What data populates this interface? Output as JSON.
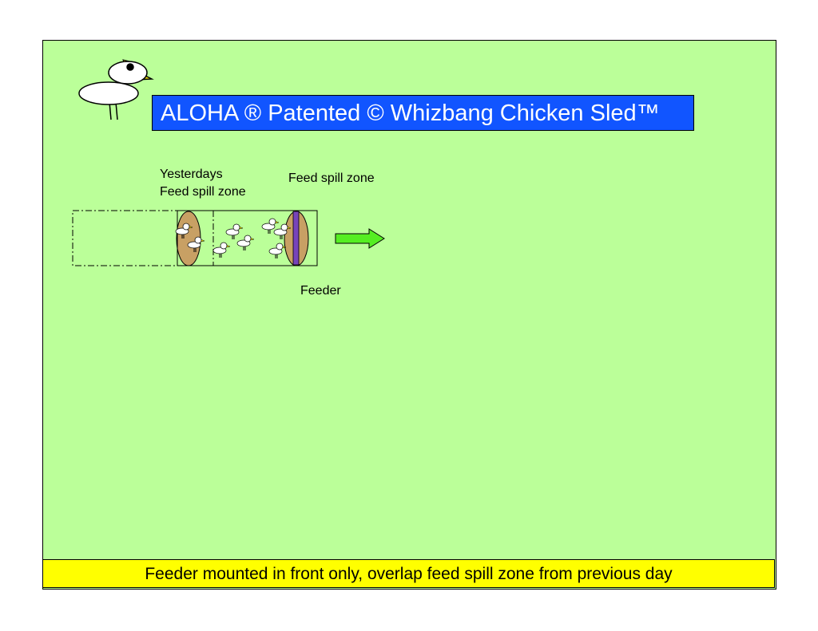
{
  "title": "ALOHA ® Patented © Whizbang Chicken Sled™",
  "labels": {
    "yesterday_line1": "Yesterdays",
    "yesterday_line2": "Feed spill zone",
    "spill_zone": "Feed spill zone",
    "feeder": "Feeder"
  },
  "caption": "Feeder mounted in front only, overlap feed spill zone from previous day",
  "colors": {
    "background": "#bbff99",
    "title_bg": "#1155ff",
    "caption_bg": "#ffff00",
    "spill": "#c8a064",
    "feeder": "#7744bb",
    "arrow": "#55ee22"
  }
}
